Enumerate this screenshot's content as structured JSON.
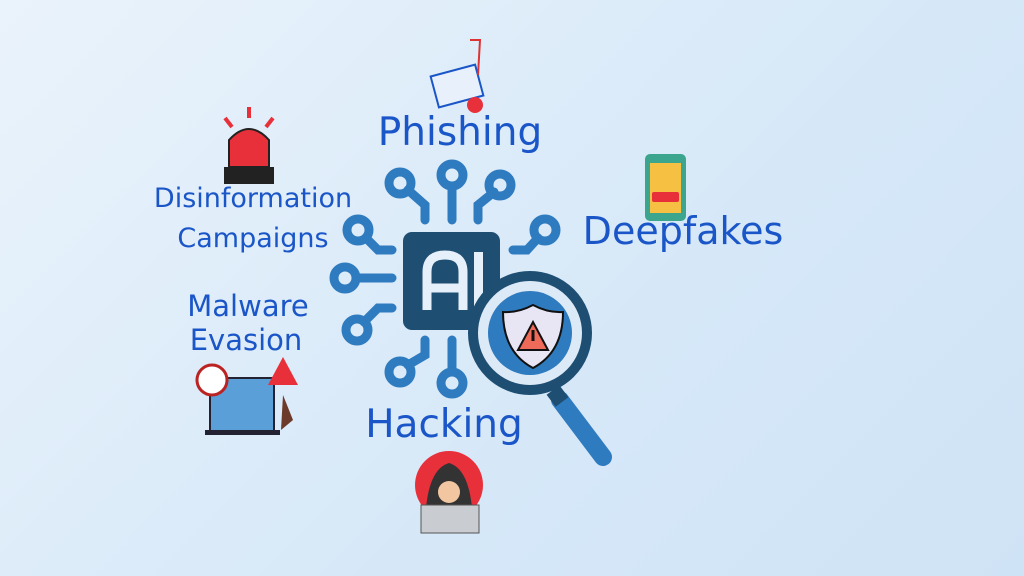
{
  "center": {
    "chip_letters": "AI"
  },
  "labels": {
    "phishing": "Phishing",
    "disinformation_line1": "Disinformation",
    "disinformation_line2": "Campaigns",
    "deepfakes": "Deepfakes",
    "malware_line1": "Malware",
    "malware_line2": "Evasion",
    "hacking": "Hacking"
  },
  "colors": {
    "text": "#1a56c8",
    "node": "#2f7bbf",
    "chip": "#1f4e73",
    "alert": "#e8303a"
  }
}
